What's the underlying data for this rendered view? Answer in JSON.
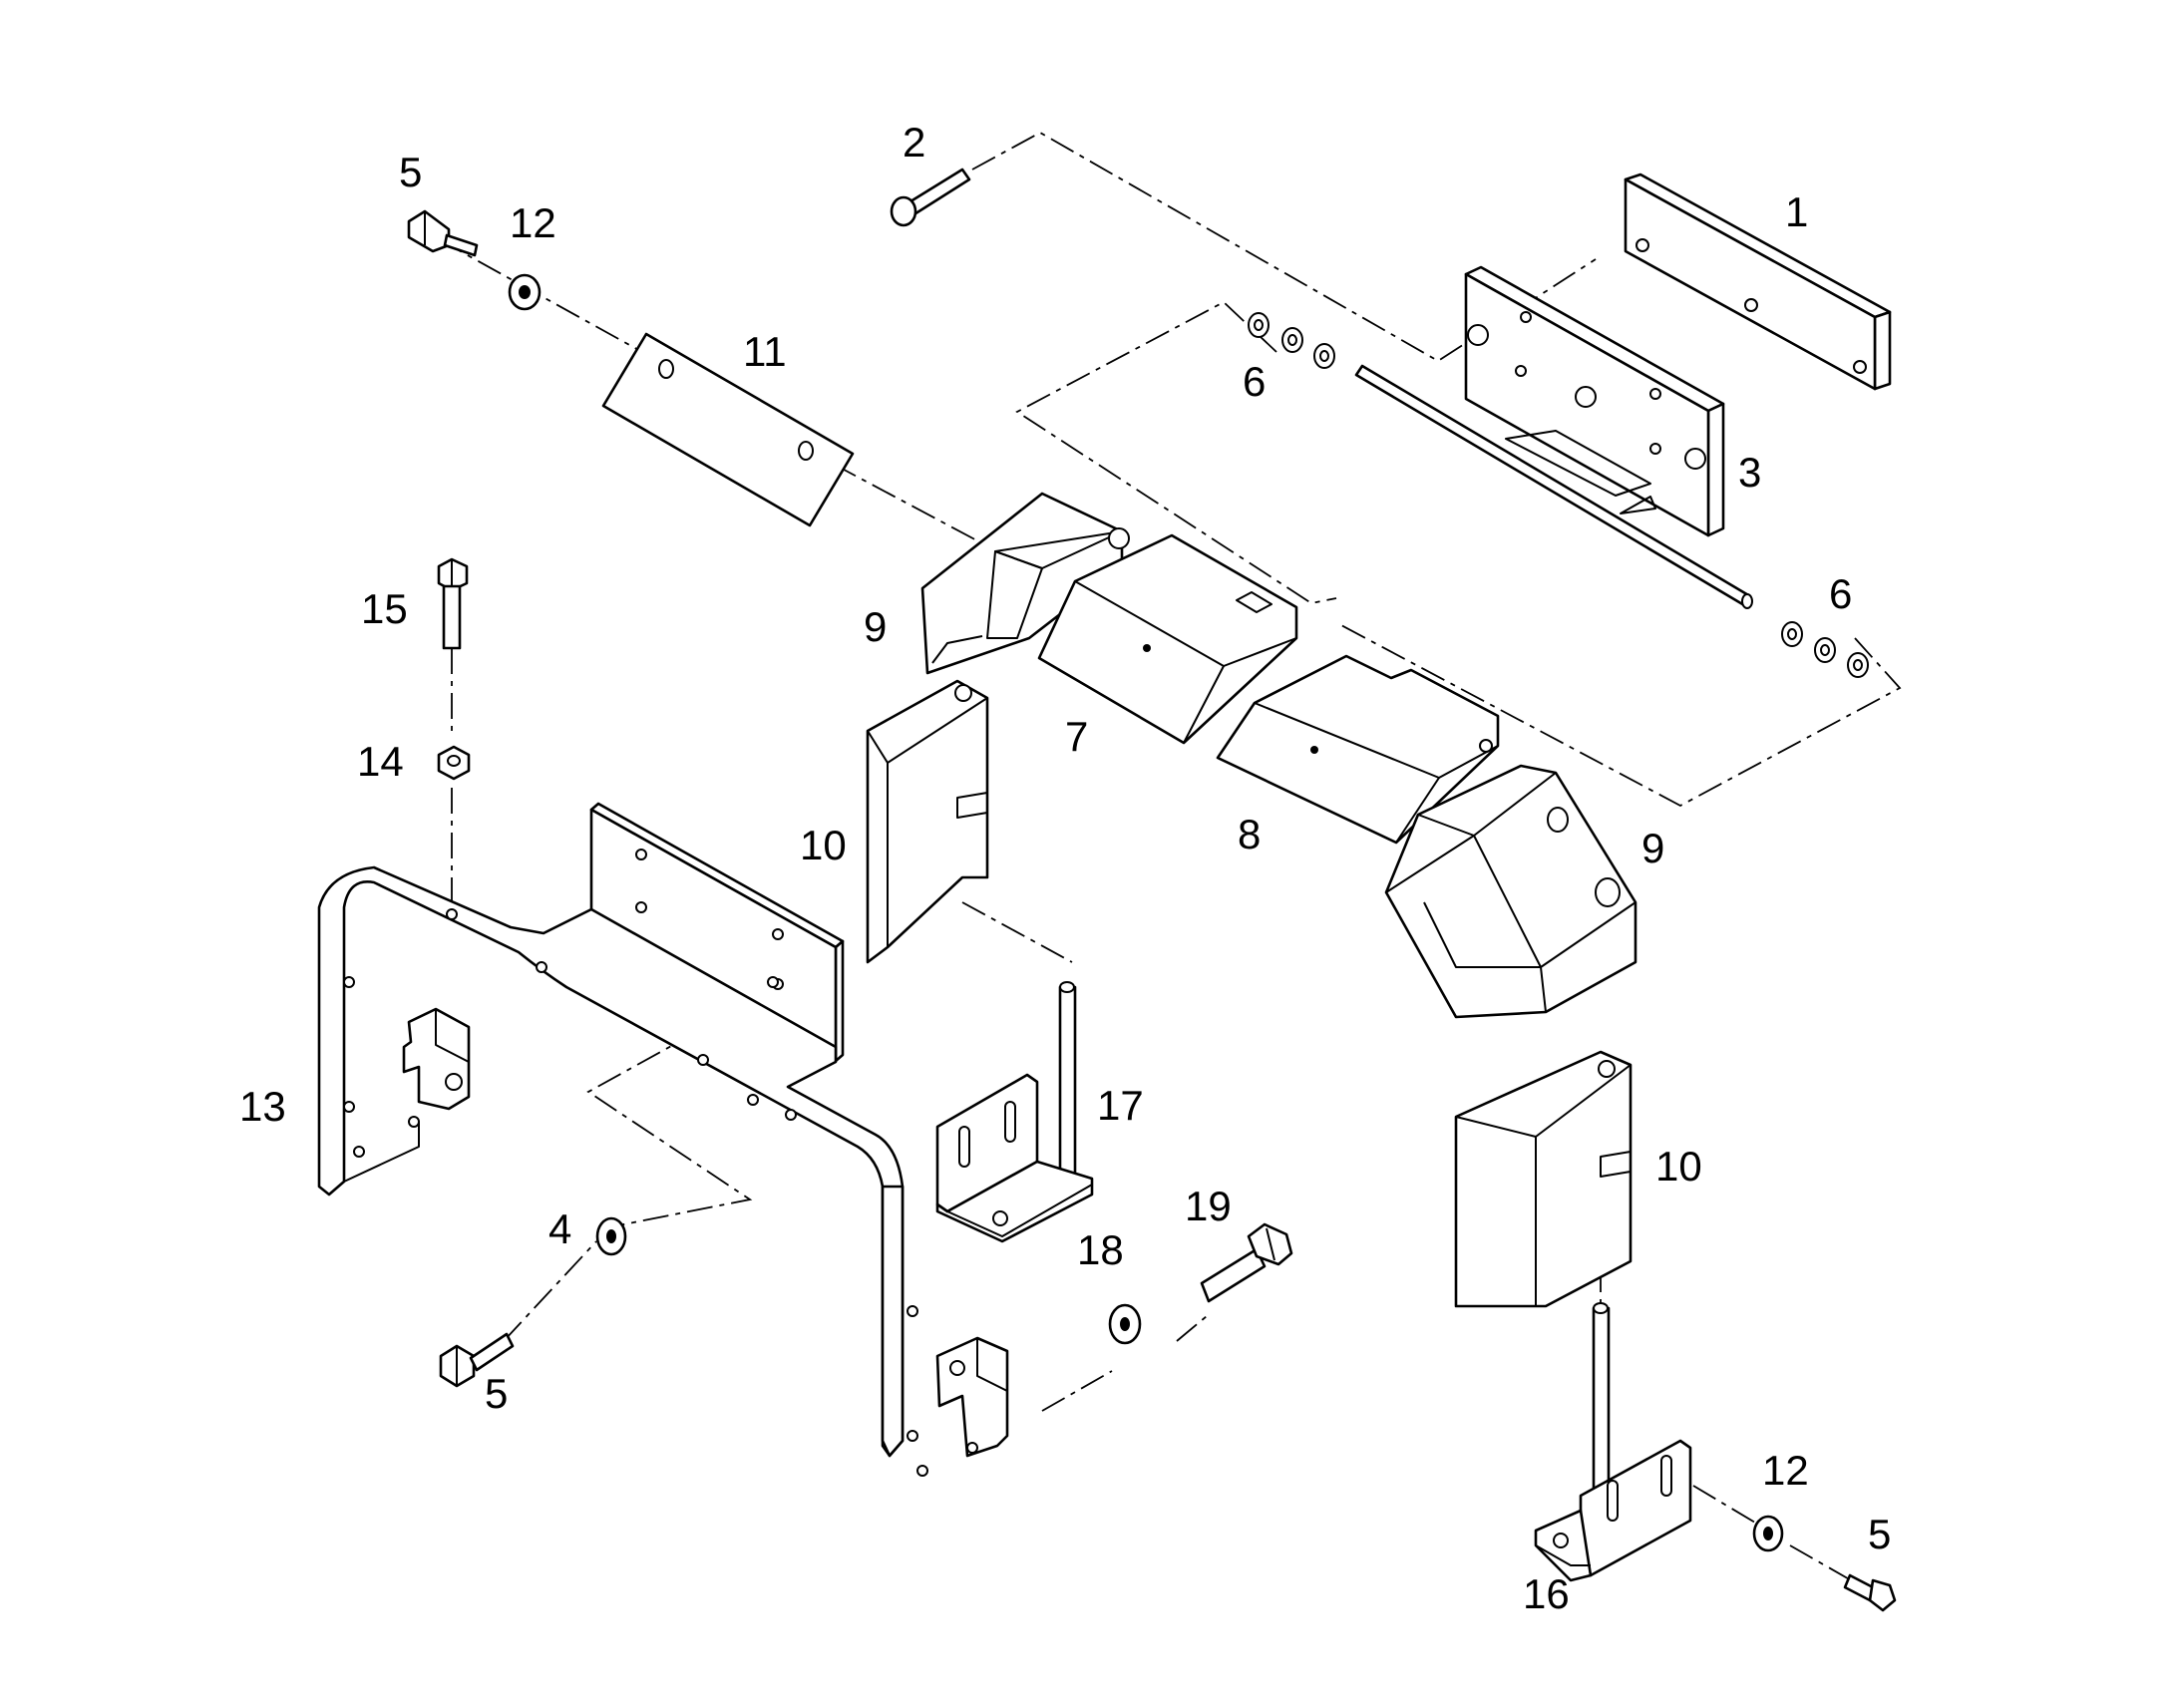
{
  "diagram": {
    "callouts": [
      "1",
      "2",
      "3",
      "4",
      "5",
      "5",
      "5",
      "6",
      "6",
      "7",
      "8",
      "9",
      "9",
      "10",
      "10",
      "11",
      "12",
      "12",
      "13",
      "14",
      "15",
      "16",
      "17",
      "18",
      "19"
    ]
  }
}
